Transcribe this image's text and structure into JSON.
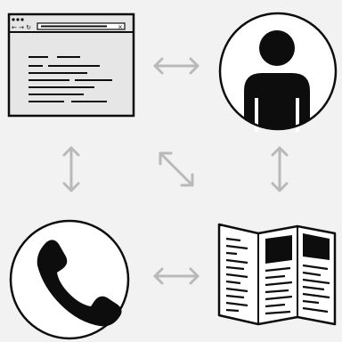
{
  "nodes": {
    "browser": {
      "icon": "browser-window-icon",
      "close_glyph": "×",
      "nav_glyph": "← → ↻"
    },
    "person": {
      "icon": "person-icon"
    },
    "phone": {
      "icon": "phone-handset-icon"
    },
    "brochure": {
      "icon": "folded-brochure-icon"
    }
  },
  "connectors": [
    "horizontal-top",
    "vertical-left",
    "vertical-right",
    "diagonal-center",
    "horizontal-bottom"
  ],
  "colors": {
    "background": "#f2f2f2",
    "ink": "#0d0d0d",
    "arrow": "#b9b9b9",
    "browser_fill": "#e6e6e6"
  }
}
